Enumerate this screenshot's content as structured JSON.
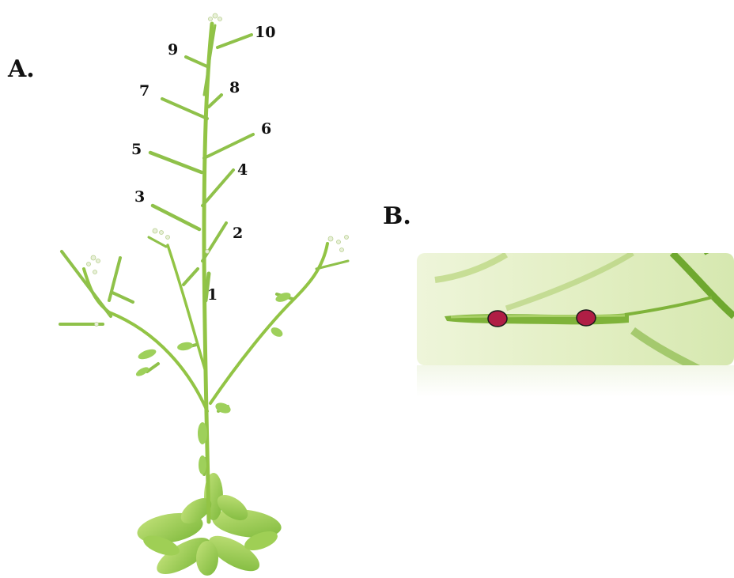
{
  "panels": {
    "a": {
      "label": "A."
    },
    "b": {
      "label": "B."
    }
  },
  "silique_numbers": [
    "1",
    "2",
    "3",
    "4",
    "5",
    "6",
    "7",
    "8",
    "9",
    "10"
  ],
  "marker_count": 2,
  "colors": {
    "stem": "#9cc94a",
    "stem_dark": "#7fb23a",
    "leaf": "#8cc63f",
    "leaf_light": "#b5dc6a",
    "panel_b_bg": "#e8f2cf",
    "marker_fill": "#b01e45",
    "marker_stroke": "#1a1a1a"
  }
}
